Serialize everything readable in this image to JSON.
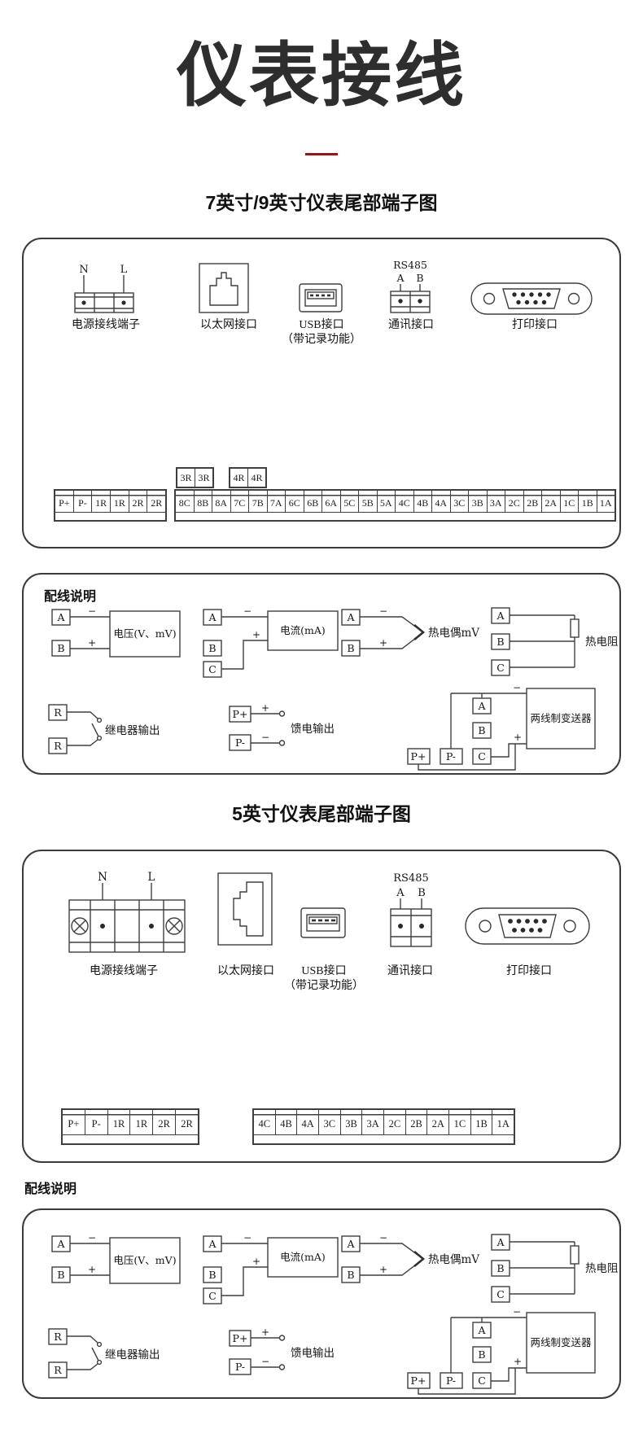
{
  "page": {
    "title": "仪表接线",
    "divider_color": "#8e1b1b"
  },
  "connectors": {
    "power_n": "N",
    "power_l": "L",
    "power_label": "电源接线端子",
    "ethernet_label": "以太网接口",
    "usb_label": "USB接口",
    "usb_label2": "（带记录功能）",
    "rs485_title": "RS485",
    "rs485_a": "A",
    "rs485_b": "B",
    "comm_label": "通讯接口",
    "printer_label": "打印接口"
  },
  "section_79": {
    "heading": "7英寸/9英寸仪表尾部端子图",
    "relay_pair_1": [
      "3R",
      "3R"
    ],
    "relay_pair_2": [
      "4R",
      "4R"
    ],
    "strip_left": [
      "P+",
      "P-",
      "1R",
      "1R",
      "2R",
      "2R"
    ],
    "strip_right": [
      "8C",
      "8B",
      "8A",
      "7C",
      "7B",
      "7A",
      "6C",
      "6B",
      "6A",
      "5C",
      "5B",
      "5A",
      "4C",
      "4B",
      "4A",
      "3C",
      "3B",
      "3A",
      "2C",
      "2B",
      "2A",
      "1C",
      "1B",
      "1A"
    ]
  },
  "section_5": {
    "heading": "5英寸仪表尾部端子图",
    "strip_left": [
      "P+",
      "P-",
      "1R",
      "1R",
      "2R",
      "2R"
    ],
    "strip_right": [
      "4C",
      "4B",
      "4A",
      "3C",
      "3B",
      "3A",
      "2C",
      "2B",
      "2A",
      "1C",
      "1B",
      "1A"
    ]
  },
  "wiring": {
    "heading": "配线说明",
    "signs": {
      "minus": "−",
      "plus": "+"
    },
    "voltage": {
      "a": "A",
      "b": "B",
      "label": "电压(V、mV)"
    },
    "current": {
      "a": "A",
      "b": "B",
      "c": "C",
      "label": "电流(mA)"
    },
    "thermocouple": {
      "a": "A",
      "b": "B",
      "label": "热电偶mV"
    },
    "rtd": {
      "a": "A",
      "b": "B",
      "c": "C",
      "label": "热电阻"
    },
    "relay": {
      "r1": "R",
      "r2": "R",
      "label": "继电器输出"
    },
    "feed": {
      "pp": "P+",
      "pm": "P-",
      "label": "馈电输出"
    },
    "transmitter": {
      "a": "A",
      "b": "B",
      "c": "C",
      "pp": "P+",
      "pm": "P-",
      "label": "两线制变送器"
    }
  }
}
